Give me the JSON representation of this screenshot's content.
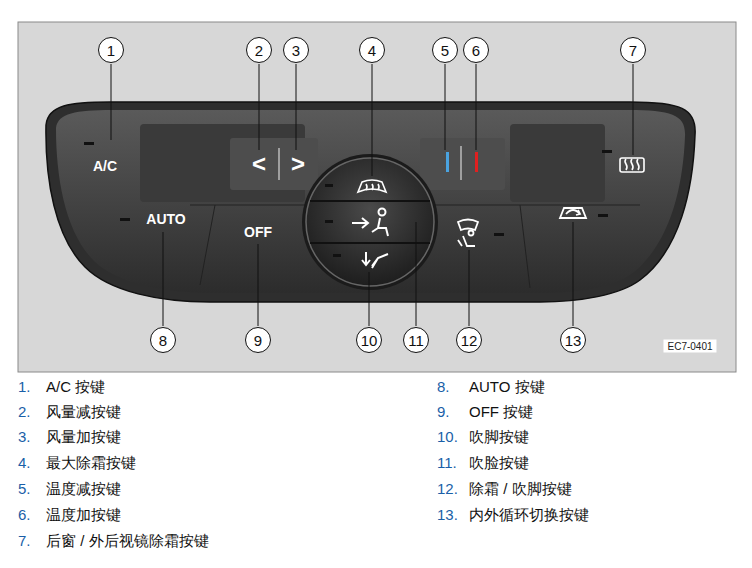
{
  "diagram": {
    "nodes": [
      {
        "text": [
          "1"
        ]
      },
      {
        "text": [
          "2"
        ]
      },
      {
        "text": [
          "3"
        ]
      },
      {
        "text": [
          "4"
        ]
      },
      {
        "text": [
          "5"
        ]
      },
      {
        "text": [
          "6"
        ]
      },
      {
        "text": [
          "7"
        ]
      },
      {
        "text": [
          "8"
        ]
      },
      {
        "text": [
          "9"
        ]
      },
      {
        "text": [
          "10"
        ]
      },
      {
        "text": [
          "11"
        ]
      },
      {
        "text": [
          "12"
        ]
      },
      {
        "text": [
          "13"
        ]
      }
    ],
    "labels": [
      "A/C",
      "<",
      ">",
      "AUTO",
      "OFF",
      "EC7-0401",
      "1.",
      "A/C 按键",
      "2.",
      "风量减按键",
      "3.",
      "风量加按键",
      "4.",
      "最大除霜按键",
      "5.",
      "温度减按键",
      "6.",
      "温度加按键",
      "7.",
      "后窗 / 外后视镜除霜按键",
      "8.",
      "AUTO 按键",
      "9.",
      "OFF 按键",
      "10.",
      "吹脚按键",
      "11.",
      "吹脸按键",
      "12.",
      "除霜 / 吹脚按键",
      "13.",
      "内外循环切换按键"
    ]
  }
}
